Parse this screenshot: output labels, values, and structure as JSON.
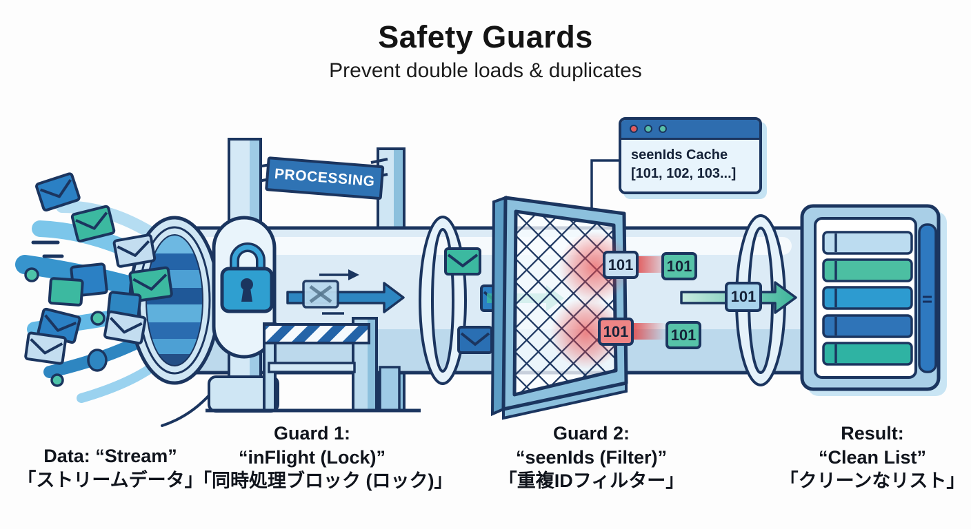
{
  "header": {
    "title": "Safety Guards",
    "subtitle": "Prevent double loads & duplicates"
  },
  "processing_sign": {
    "label": "PROCESSING"
  },
  "cache_window": {
    "title": "seenIds Cache",
    "values": "[101, 102, 103...]"
  },
  "badges": {
    "blocked_top": "101",
    "blocked_bottom": "101",
    "passed_top": "101",
    "passed_bottom": "101",
    "inflight": "101"
  },
  "stages": [
    {
      "name": "data",
      "line1": "Data: “Stream”",
      "jp": "「ストリームデータ」"
    },
    {
      "name": "guard1",
      "line1": "Guard 1:",
      "line2": "“inFlight (Lock)”",
      "jp": "「同時処理ブロック (ロック)」"
    },
    {
      "name": "guard2",
      "line1": "Guard 2:",
      "line2": "“seenIds (Filter)”",
      "jp": "「重複IDフィルター」"
    },
    {
      "name": "result",
      "line1": "Result:",
      "line2": "“Clean List”",
      "jp": "「クリーンなリスト」"
    }
  ],
  "result_panel": {
    "rows": [
      {
        "color": "#bcdcf0"
      },
      {
        "color": "#4cbfa2"
      },
      {
        "color": "#2d9bd0"
      },
      {
        "color": "#2f74b8"
      },
      {
        "color": "#2fb3a3"
      }
    ]
  },
  "colors": {
    "outline_navy": "#1b355f",
    "pipe_fill": "#dcebf6",
    "pipe_band": "#bcd9ec",
    "banner_blue": "#2f73b4",
    "cache_titlebar": "#2e6daf",
    "envelope_teal": "#3cb9a0",
    "envelope_blue": "#2b80c4",
    "envelope_light": "#c3ddf0",
    "badge_blocked_red": "#ee8585",
    "badge_passed_teal": "#57c3a8",
    "badge_inflight_blue": "#a9d4ec",
    "glow_red": "#e84b4b",
    "scrollbar_blue": "#2e79c0",
    "lock_blue": "#2f9fd0",
    "dot_red": "#e05c5c",
    "dot_teal": "#58c0a8"
  }
}
